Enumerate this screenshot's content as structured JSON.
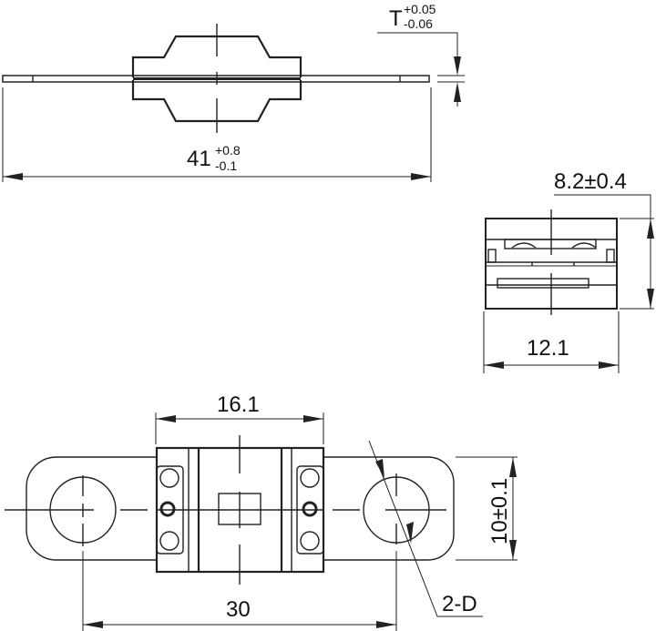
{
  "drawing": {
    "subject": "Bolt-down fuse dimensional drawing",
    "side_view": {
      "length_label": {
        "nominal": "41",
        "upper_tol": "+0.8",
        "lower_tol": "-0.1"
      },
      "thickness_label": {
        "symbol": "T",
        "upper_tol": "+0.05",
        "lower_tol": "-0.06"
      }
    },
    "end_view": {
      "height_label": "8.2±0.4",
      "width_label": "12.1"
    },
    "top_view": {
      "body_width_label": "16.1",
      "hole_pitch_label": "30",
      "tab_width_label": "10±0.1",
      "hole_label": "2-D"
    }
  },
  "colors": {
    "line": "#222222",
    "background": "#ffffff"
  }
}
